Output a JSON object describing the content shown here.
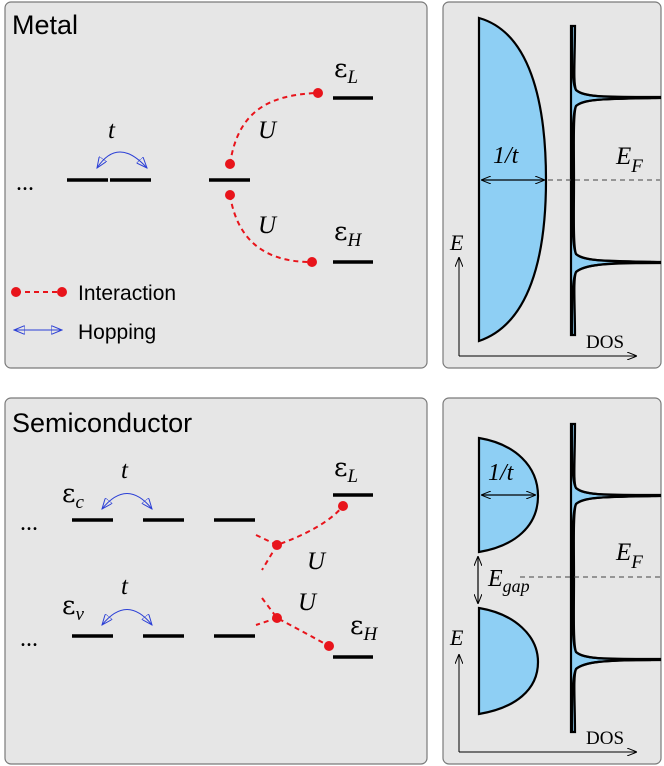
{
  "metal": {
    "title": "Metal",
    "hopping_label": "t",
    "interaction_label_upper": "U",
    "interaction_label_lower": "U",
    "level_upper": {
      "sym": "ε",
      "sub": "L"
    },
    "level_lower": {
      "sym": "ε",
      "sub": "H"
    },
    "chain_dots": "..."
  },
  "legend": {
    "interaction": "Interaction",
    "hopping": "Hopping"
  },
  "metal_dos": {
    "bandwidth_label": "1/t",
    "fermi_label": {
      "sym": "E",
      "sub": "F"
    },
    "y_axis_label": "E",
    "x_axis_label": "DOS"
  },
  "semiconductor": {
    "title": "Semiconductor",
    "level_c": {
      "sym": "ε",
      "sub": "c"
    },
    "level_v": {
      "sym": "ε",
      "sub": "v"
    },
    "hopping_label_upper": "t",
    "hopping_label_lower": "t",
    "interaction_label_upper": "U",
    "interaction_label_lower": "U",
    "level_upper": {
      "sym": "ε",
      "sub": "L"
    },
    "level_lower": {
      "sym": "ε",
      "sub": "H"
    },
    "chain_dots_upper": "...",
    "chain_dots_lower": "..."
  },
  "semi_dos": {
    "bandwidth_label": "1/t",
    "gap_label": {
      "sym": "E",
      "sub": "gap"
    },
    "fermi_label": {
      "sym": "E",
      "sub": "F"
    },
    "y_axis_label": "E",
    "x_axis_label": "DOS"
  },
  "colors": {
    "panel": "#e6e6e6",
    "dos_fill": "#8ecff4",
    "interaction": "#e8141b",
    "hopping": "#2b3fd6"
  }
}
